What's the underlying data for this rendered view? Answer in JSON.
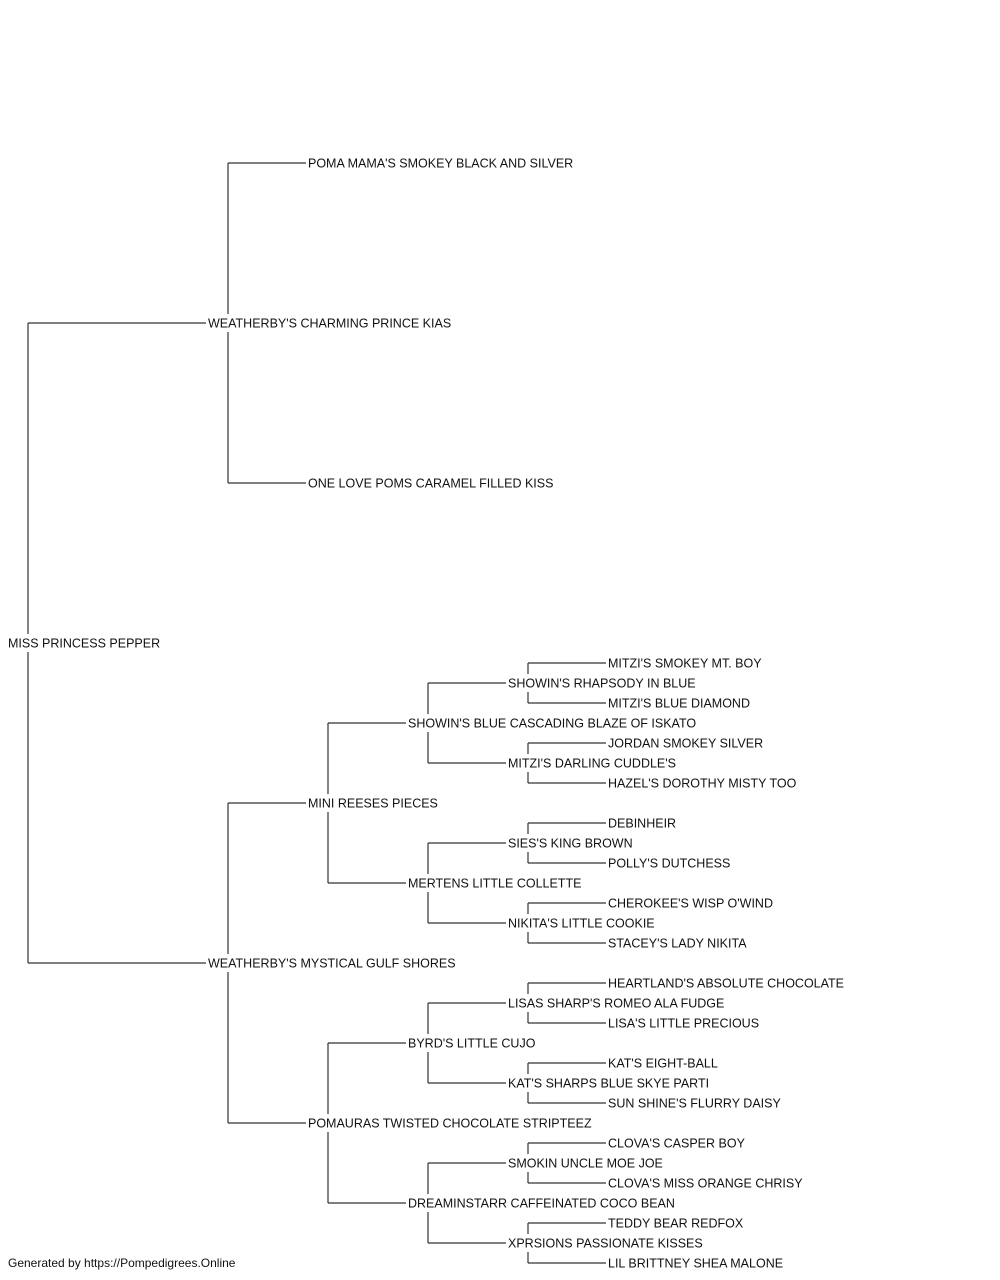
{
  "pedigree": {
    "name": "MISS PRINCESS PEPPER",
    "sire": {
      "name": "WEATHERBY'S CHARMING PRINCE KIAS",
      "sire": {
        "name": "POMA MAMA'S SMOKEY BLACK AND SILVER"
      },
      "dam": {
        "name": "ONE LOVE POMS CARAMEL FILLED KISS"
      }
    },
    "dam": {
      "name": "WEATHERBY'S MYSTICAL GULF SHORES",
      "sire": {
        "name": "MINI REESES PIECES",
        "sire": {
          "name": "SHOWIN'S BLUE CASCADING BLAZE OF ISKATO",
          "sire": {
            "name": "SHOWIN'S RHAPSODY IN BLUE",
            "sire": {
              "name": "MITZI'S SMOKEY MT. BOY"
            },
            "dam": {
              "name": "MITZI'S BLUE DIAMOND"
            }
          },
          "dam": {
            "name": "MITZI'S DARLING CUDDLE'S",
            "sire": {
              "name": "JORDAN SMOKEY SILVER"
            },
            "dam": {
              "name": "HAZEL'S DOROTHY MISTY TOO"
            }
          }
        },
        "dam": {
          "name": "MERTENS LITTLE COLLETTE",
          "sire": {
            "name": "SIES'S KING BROWN",
            "sire": {
              "name": "DEBINHEIR"
            },
            "dam": {
              "name": "POLLY'S DUTCHESS"
            }
          },
          "dam": {
            "name": "NIKITA'S LITTLE COOKIE",
            "sire": {
              "name": "CHEROKEE'S WISP O'WIND"
            },
            "dam": {
              "name": "STACEY'S LADY NIKITA"
            }
          }
        }
      },
      "dam": {
        "name": "POMAURAS TWISTED CHOCOLATE STRIPTEEZ",
        "sire": {
          "name": "BYRD'S LITTLE CUJO",
          "sire": {
            "name": "LISAS SHARP'S ROMEO ALA FUDGE",
            "sire": {
              "name": "HEARTLAND'S ABSOLUTE CHOCOLATE"
            },
            "dam": {
              "name": "LISA'S LITTLE PRECIOUS"
            }
          },
          "dam": {
            "name": "KAT'S SHARPS BLUE SKYE PARTI",
            "sire": {
              "name": "KAT'S EIGHT-BALL"
            },
            "dam": {
              "name": "SUN SHINE'S FLURRY DAISY"
            }
          }
        },
        "dam": {
          "name": "DREAMINSTARR CAFFEINATED COCO BEAN",
          "sire": {
            "name": "SMOKIN UNCLE MOE JOE",
            "sire": {
              "name": "CLOVA'S CASPER BOY"
            },
            "dam": {
              "name": "CLOVA'S MISS ORANGE CHRISY"
            }
          },
          "dam": {
            "name": "XPRSIONS PASSIONATE KISSES",
            "sire": {
              "name": "TEDDY BEAR REDFOX"
            },
            "dam": {
              "name": "LIL BRITTNEY SHEA MALONE"
            }
          }
        }
      }
    }
  },
  "footer": "Generated by https://Pompedigrees.Online",
  "colors": {
    "line": "#333333",
    "text": "#111111",
    "background": "#ffffff"
  }
}
